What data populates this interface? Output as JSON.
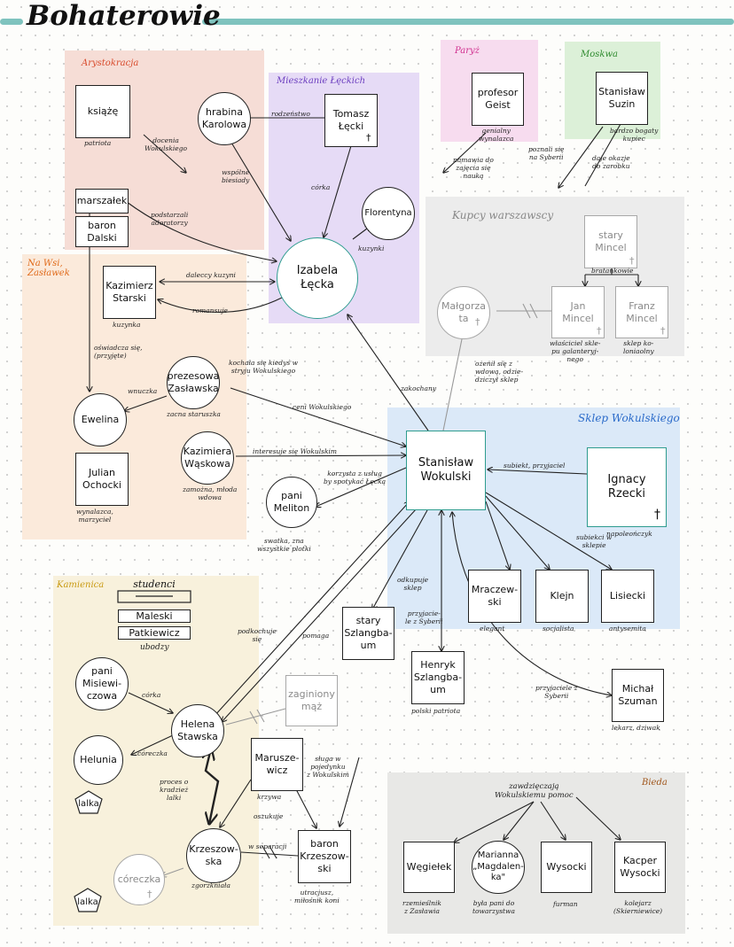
{
  "title": "Bohaterowie",
  "colors": {
    "teal": "#2e9c8f",
    "aristocracy": "#f6ddd6",
    "apartment": "#e6dbf6",
    "paris": "#f7dcef",
    "moscow": "#dcf0d8",
    "merchants": "#ececec",
    "village": "#fbeadb",
    "shop": "#dbe9f8",
    "tenement": "#f8f1dc",
    "poverty": "#e8e8e6"
  },
  "regions": {
    "aristocracy": "Arystokracja",
    "apartment": "Mieszkanie Łęckich",
    "paris": "Paryż",
    "moscow": "Moskwa",
    "merchants": "Kupcy warszawscy",
    "village": "Na Wsi, Zasławek",
    "shop": "Sklep Wokulskiego",
    "tenement": "Kamienica",
    "poverty": "Bieda"
  },
  "nodes": {
    "ksiaze": "książę",
    "karolowa": "hrabina\nKarolowa",
    "tomasz": "Tomasz\nŁęcki",
    "florentyna": "Florentyna",
    "izabela": "Izabela\nŁęcka",
    "marszalek": "marszałek",
    "baron_dalski": "baron\nDalski",
    "starski": "Kazimierz\nStarski",
    "zaslawska": "prezesowa\nZasławska",
    "ewelina": "Ewelina",
    "wasowska": "Kazimiera\nWąskowa",
    "ochocki": "Julian\nOchocki",
    "geist": "profesor\nGeist",
    "suzin": "Stanisław\nSuzin",
    "stary_mincel": "stary\nMincel",
    "malgorzata": "Małgorza\nta",
    "jan_mincel": "Jan\nMincel",
    "franz_mincel": "Franz\nMincel",
    "wokulski": "Stanisław\nWokulski",
    "rzecki": "Ignacy\nRzecki",
    "meliton": "pani\nMeliton",
    "mraczewski": "Mraczew-\nski",
    "klejn": "Klejn",
    "lisiecki": "Lisiecki",
    "stary_szlangbaum": "stary\nSzlangba-\num",
    "henryk": "Henryk\nSzlangba-\num",
    "szuman": "Michał\nSzuman",
    "studenci": "studenci",
    "maleski": "Maleski",
    "patkiewicz": "Patkiewicz",
    "misiewiczowa": "pani\nMisiewi-\nczowa",
    "stawska": "Helena\nStawska",
    "zaginiony": "zaginiony\nmąż",
    "helunia": "Helunia",
    "lalka1": "lalka",
    "maruszewicz": "Marusze-\nwicz",
    "krzeszowska": "Krzeszow-\nska",
    "baron_krzeszowski": "baron\nKrzeszow-\nski",
    "coreczka": "córeczka",
    "lalka2": "lalka",
    "wegielek": "Węgiełek",
    "marianna": "Marianna\n„Magdalen-\nka\"",
    "wysocki": "Wysocki",
    "kacper": "Kacper\nWysocki"
  },
  "notes": {
    "ksiaze": "patriota",
    "doceniaWok": "docenia\nWokulskiego",
    "wspolne": "wspólne\nbiesiady",
    "vodes": "rodzeństwo",
    "corka1": "córka",
    "kuzynki": "kuzynki",
    "podstarzali": "podstarzali\nadoratorzy",
    "dalecy": "daleccy kuzyni",
    "kuzynka": "kuzynka",
    "romansuje": "romansuje",
    "oswiadcza": "oświadcza się,\n(przyjęte)",
    "kochala": "kochała się kiedyś w\nstryju Wokulskiego",
    "wnuczka": "wnuczka",
    "zacna": "zacna staruszka",
    "ceni": "ceni Wokulskiego",
    "interesuje": "interesuje się Wokulskim",
    "zamozna": "zamożna, młoda\nwdowa",
    "wynalazca": "wynalazca,\nmarzyciel",
    "geist": "genialny\nwynalazca",
    "namawia": "namawia do\nzajęcia się\nnauką",
    "poznali": "poznali się\nna Syberii",
    "bardzo": "bardzo bogaty\nkupiec",
    "daje": "daje okazje\ndo zarobku",
    "bratankowie": "bratankowie",
    "wlasciciel": "właściciel skle-\npu galanteryj-\nnego",
    "sklep": "sklep ko-\nloniaolny",
    "ozenil": "ożenił się z\nwdową, odzie-\ndziczył sklep",
    "zakochany": "zakochany",
    "korzysta": "korzysta z usług\nby spotykać Łęcką",
    "swatka": "swatka, zna\nwszystkie plotki",
    "subiekt": "subiekt, przyjaciel",
    "napoleonczyk": "napoleończyk",
    "subiekci": "subiekci w\nsklepie",
    "elegant": "elegant",
    "socjalista": "socjalista",
    "antysemita": "antysemita",
    "odkupuje": "odkupuje\nsklep",
    "przyjaciele": "przyjacie-\nle z Syberii",
    "polski": "polski patriota",
    "przyjaciele2": "przyjaciele z\nSyberii",
    "lekarz": "lekarz, dziwak",
    "ubodzy": "ubodzy",
    "podkochuje": "podkochuje\nsię",
    "pomaga": "pomaga",
    "corka2": "córka",
    "coreczka": "córeczka",
    "proces": "proces o\nkradzież\nlalki",
    "krzyw": "krzywa",
    "oszukuje": "oszukuje",
    "sluzy": "sługa w\npojedynku\nz Wokulskim",
    "separacji": "w separacji",
    "zgorzkniala": "zgorzkniała",
    "utracjusz": "utracjusz,\nmiłośnik koni",
    "zawdzieczaja": "zawdzięczają\nWokulskiemu pomoc",
    "rzemieslnik": "rzemieślnik\nz Zasławia",
    "byla": "była pani do\ntowarzystwa",
    "furman": "furman",
    "kolejarz": "kolejarz\n(Skierniewice)"
  }
}
